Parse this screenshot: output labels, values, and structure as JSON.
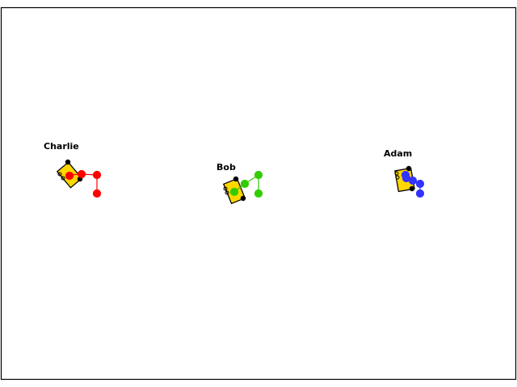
{
  "scene": {
    "background": "#ffffff",
    "border_color": "#000000"
  },
  "players": [
    {
      "name": "Charlie",
      "body_color": "#ffd700",
      "arm_color": "#ff0000"
    },
    {
      "name": "Bob",
      "body_color": "#ffd700",
      "arm_color": "#33cc00"
    },
    {
      "name": "Adam",
      "body_color": "#ffd700",
      "arm_color": "#3333ff"
    }
  ]
}
